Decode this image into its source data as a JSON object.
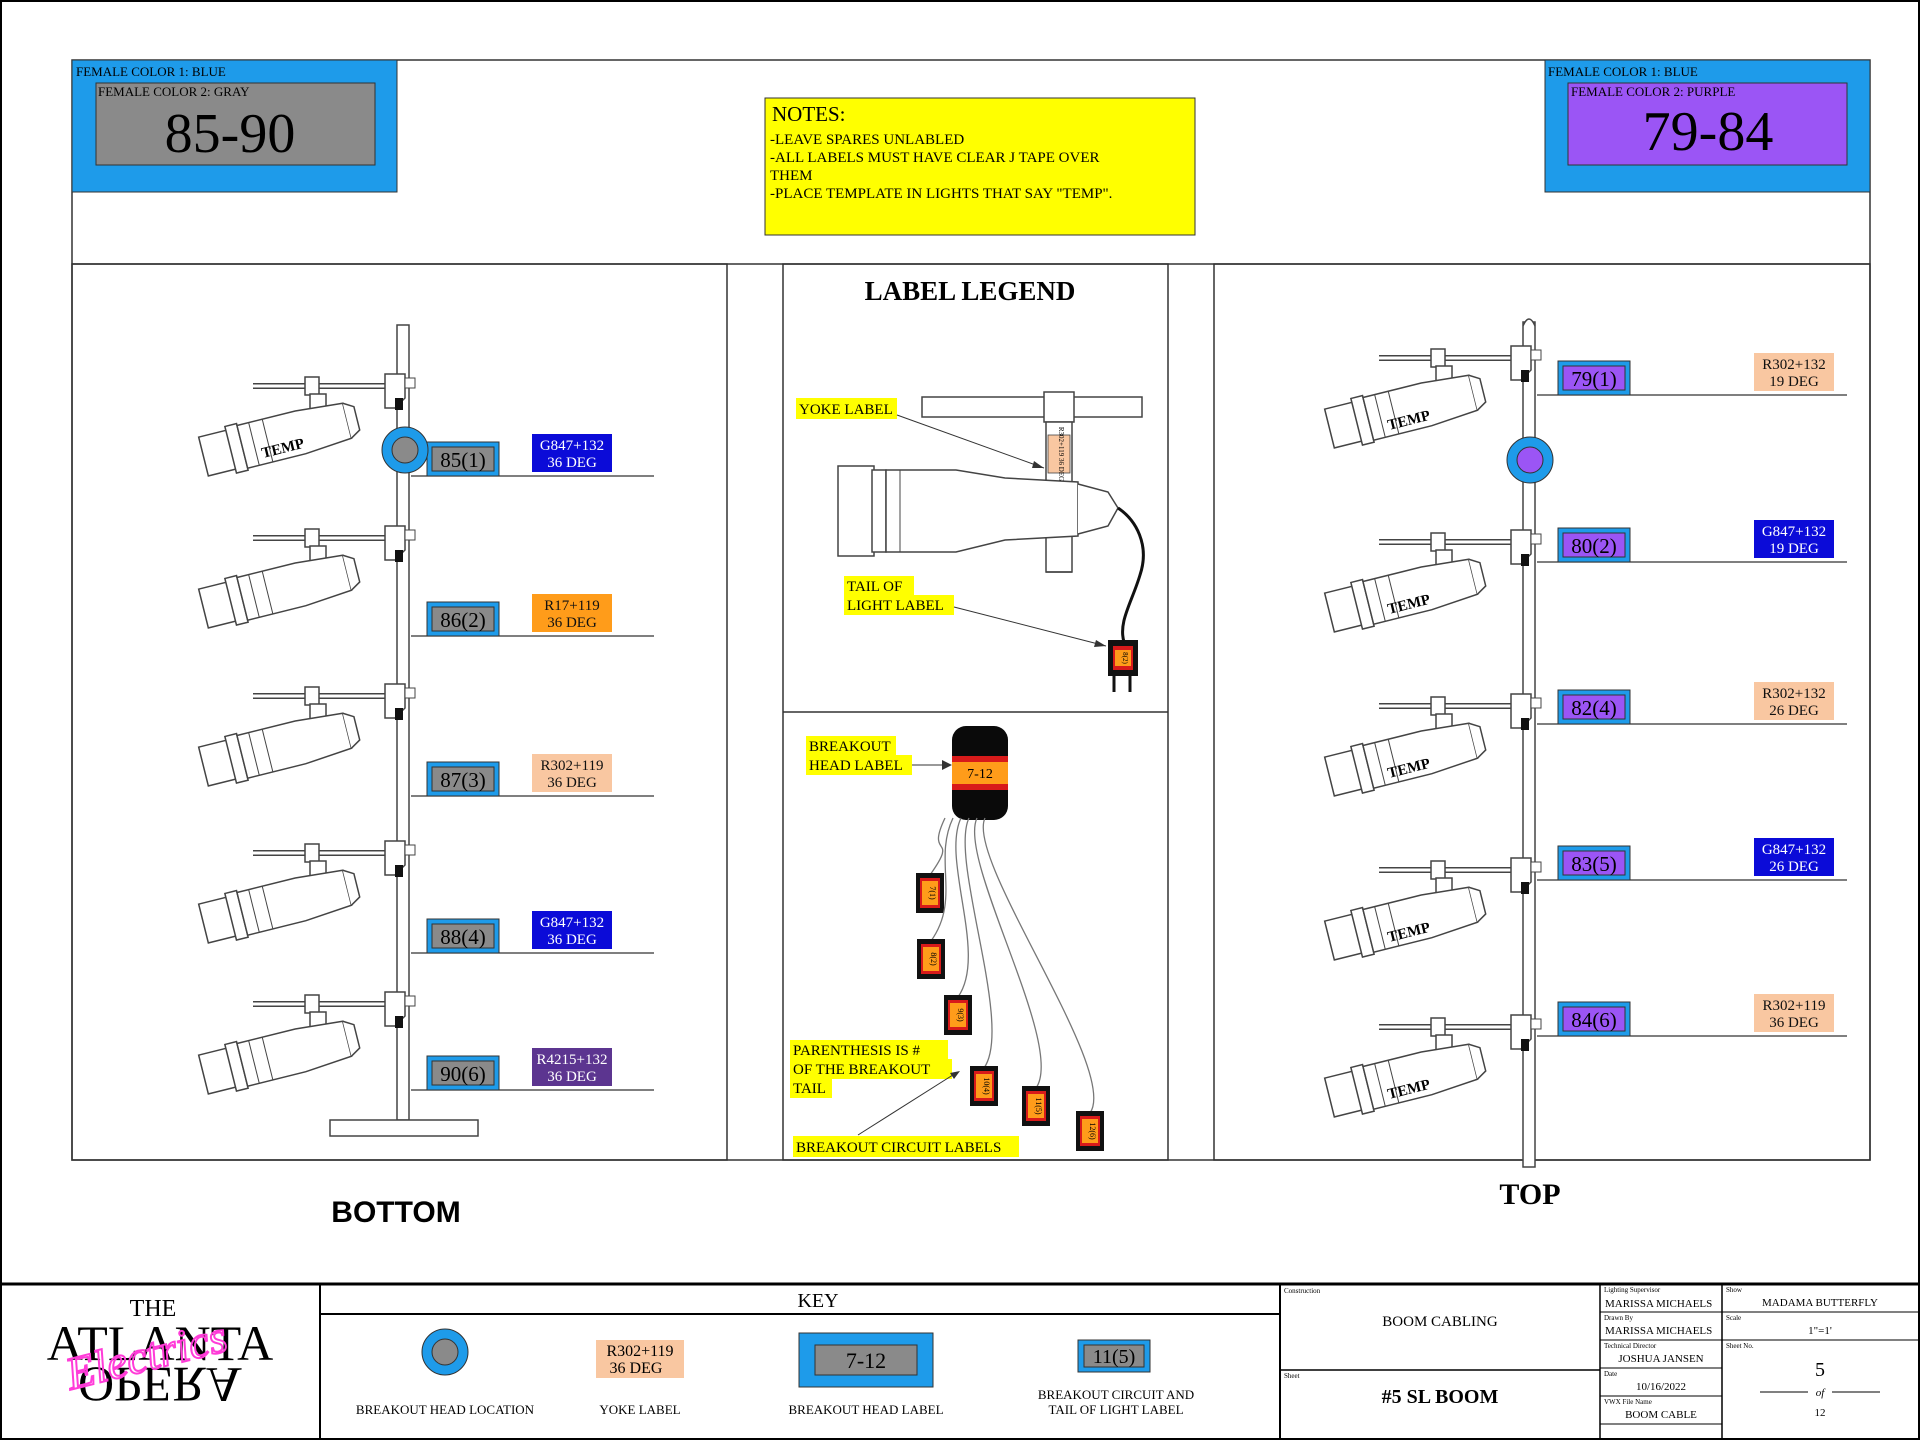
{
  "colors": {
    "blue": "#1e9bea",
    "gray": "#8a8a8a",
    "purple": "#9b55f5",
    "yellow": "#ffff00",
    "peach": "#f9c7a1",
    "orange": "#ff9c1a",
    "royal_blue": "#0b0bd8",
    "violet": "#5c3590",
    "red": "#d81a1a",
    "pink": "#ff3cd8"
  },
  "left_header": {
    "color1": "FEMALE  COLOR  1:  BLUE",
    "color2": "FEMALE  COLOR  2:  GRAY",
    "range": "85-90"
  },
  "right_header": {
    "color1": "FEMALE  COLOR  1:  BLUE",
    "color2": "FEMALE  COLOR  2:  PURPLE",
    "range": "79-84"
  },
  "notes": {
    "title": "NOTES:",
    "lines": [
      "-LEAVE  SPARES  UNLABLED",
      "-ALL  LABELS  MUST  HAVE  CLEAR  J  TAPE  OVER",
      "THEM",
      "-PLACE  TEMPLATE  IN  LIGHTS  THAT  SAY  \"TEMP\"."
    ]
  },
  "bottom_boom": {
    "title": "BOTTOM",
    "temp_text": "TEMP",
    "units": [
      {
        "circuit": "85(1)",
        "gel": "G847+132",
        "angle": "36  DEG",
        "gel_color": "royal_blue"
      },
      {
        "circuit": "86(2)",
        "gel": "R17+119",
        "angle": "36  DEG",
        "gel_color": "orange"
      },
      {
        "circuit": "87(3)",
        "gel": "R302+119",
        "angle": "36  DEG",
        "gel_color": "peach"
      },
      {
        "circuit": "88(4)",
        "gel": "G847+132",
        "angle": "36  DEG",
        "gel_color": "royal_blue"
      },
      {
        "circuit": "90(6)",
        "gel": "R4215+132",
        "angle": "36  DEG",
        "gel_color": "violet"
      }
    ]
  },
  "top_boom": {
    "title": "TOP",
    "temp_text": "TEMP",
    "units": [
      {
        "circuit": "79(1)",
        "gel": "R302+132",
        "angle": "19  DEG",
        "gel_color": "peach"
      },
      {
        "circuit": "80(2)",
        "gel": "G847+132",
        "angle": "19  DEG",
        "gel_color": "royal_blue"
      },
      {
        "circuit": "82(4)",
        "gel": "R302+132",
        "angle": "26  DEG",
        "gel_color": "peach"
      },
      {
        "circuit": "83(5)",
        "gel": "G847+132",
        "angle": "26  DEG",
        "gel_color": "royal_blue"
      },
      {
        "circuit": "84(6)",
        "gel": "R302+119",
        "angle": "36  DEG",
        "gel_color": "peach"
      }
    ]
  },
  "legend": {
    "title": "LABEL  LEGEND",
    "yoke_label": "YOKE  LABEL",
    "yoke_tag": "R302+119 36 DEG",
    "tail_label_1": "TAIL  OF",
    "tail_label_2": "LIGHT  LABEL",
    "tail_tag": "8(2)",
    "breakout_head_1": "BREAKOUT",
    "breakout_head_2": "HEAD  LABEL",
    "breakout_head_tag": "7-12",
    "parenthesis_1": "PARENTHESIS  IS  #",
    "parenthesis_2": "OF  THE  BREAKOUT",
    "parenthesis_3": "TAIL",
    "breakout_circuits": "BREAKOUT  CIRCUIT  LABELS",
    "tails": [
      "7(1)",
      "8(2)",
      "9(3)",
      "10(4)",
      "11(5)",
      "12(6)"
    ]
  },
  "title_block": {
    "logo_the": "THE",
    "logo_atlanta": "ATLANTA",
    "logo_opera": "OPERA",
    "logo_script": "Electrics",
    "key": {
      "title": "KEY",
      "items": [
        {
          "caption": "BREAKOUT HEAD LOCATION"
        },
        {
          "caption": "YOKE LABEL",
          "sample_1": "R302+119",
          "sample_2": "36  DEG"
        },
        {
          "caption": "BREAKOUT HEAD LABEL",
          "sample": "7-12"
        },
        {
          "caption_1": "BREAKOUT CIRCUIT AND",
          "caption_2": "TAIL OF LIGHT LABEL",
          "sample": "11(5)"
        }
      ]
    },
    "construction_label": "Construction",
    "construction": "BOOM CABLING",
    "sheet_label": "Sheet",
    "sheet": "#5 SL BOOM",
    "lighting_supervisor_label": "Lighting Supervisor",
    "lighting_supervisor": "MARISSA MICHAELS",
    "drawn_by_label": "Drawn By",
    "drawn_by": "MARISSA MICHAELS",
    "technical_director_label": "Technical Director",
    "technical_director": "JOSHUA JANSEN",
    "date_label": "Date",
    "date": "10/16/2022",
    "vwx_label": "VWX File Name",
    "vwx": "BOOM CABLE",
    "show_label": "Show",
    "show": "MADAMA BUTTERFLY",
    "scale_label": "Scale",
    "scale": "1\"=1'",
    "sheet_no_label": "Sheet No.",
    "sheet_no": "5",
    "of_text": "of",
    "sheet_total": "12"
  }
}
